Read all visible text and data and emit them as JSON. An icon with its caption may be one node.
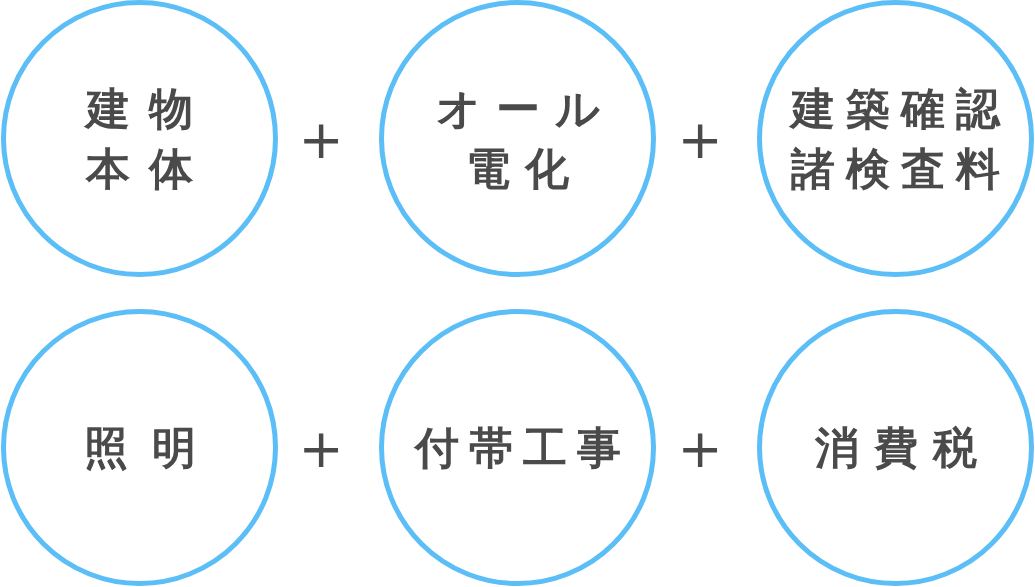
{
  "diagram": {
    "nodes": [
      {
        "text": [
          "建物本体"
        ]
      },
      {
        "text": [
          "オール電化"
        ]
      },
      {
        "text": [
          "建築確認諸検査料"
        ]
      },
      {
        "text": [
          "照明"
        ]
      },
      {
        "text": [
          "付帯工事"
        ]
      },
      {
        "text": [
          "消費税"
        ]
      }
    ],
    "labels": [
      "+",
      "+",
      "+",
      "+"
    ]
  }
}
